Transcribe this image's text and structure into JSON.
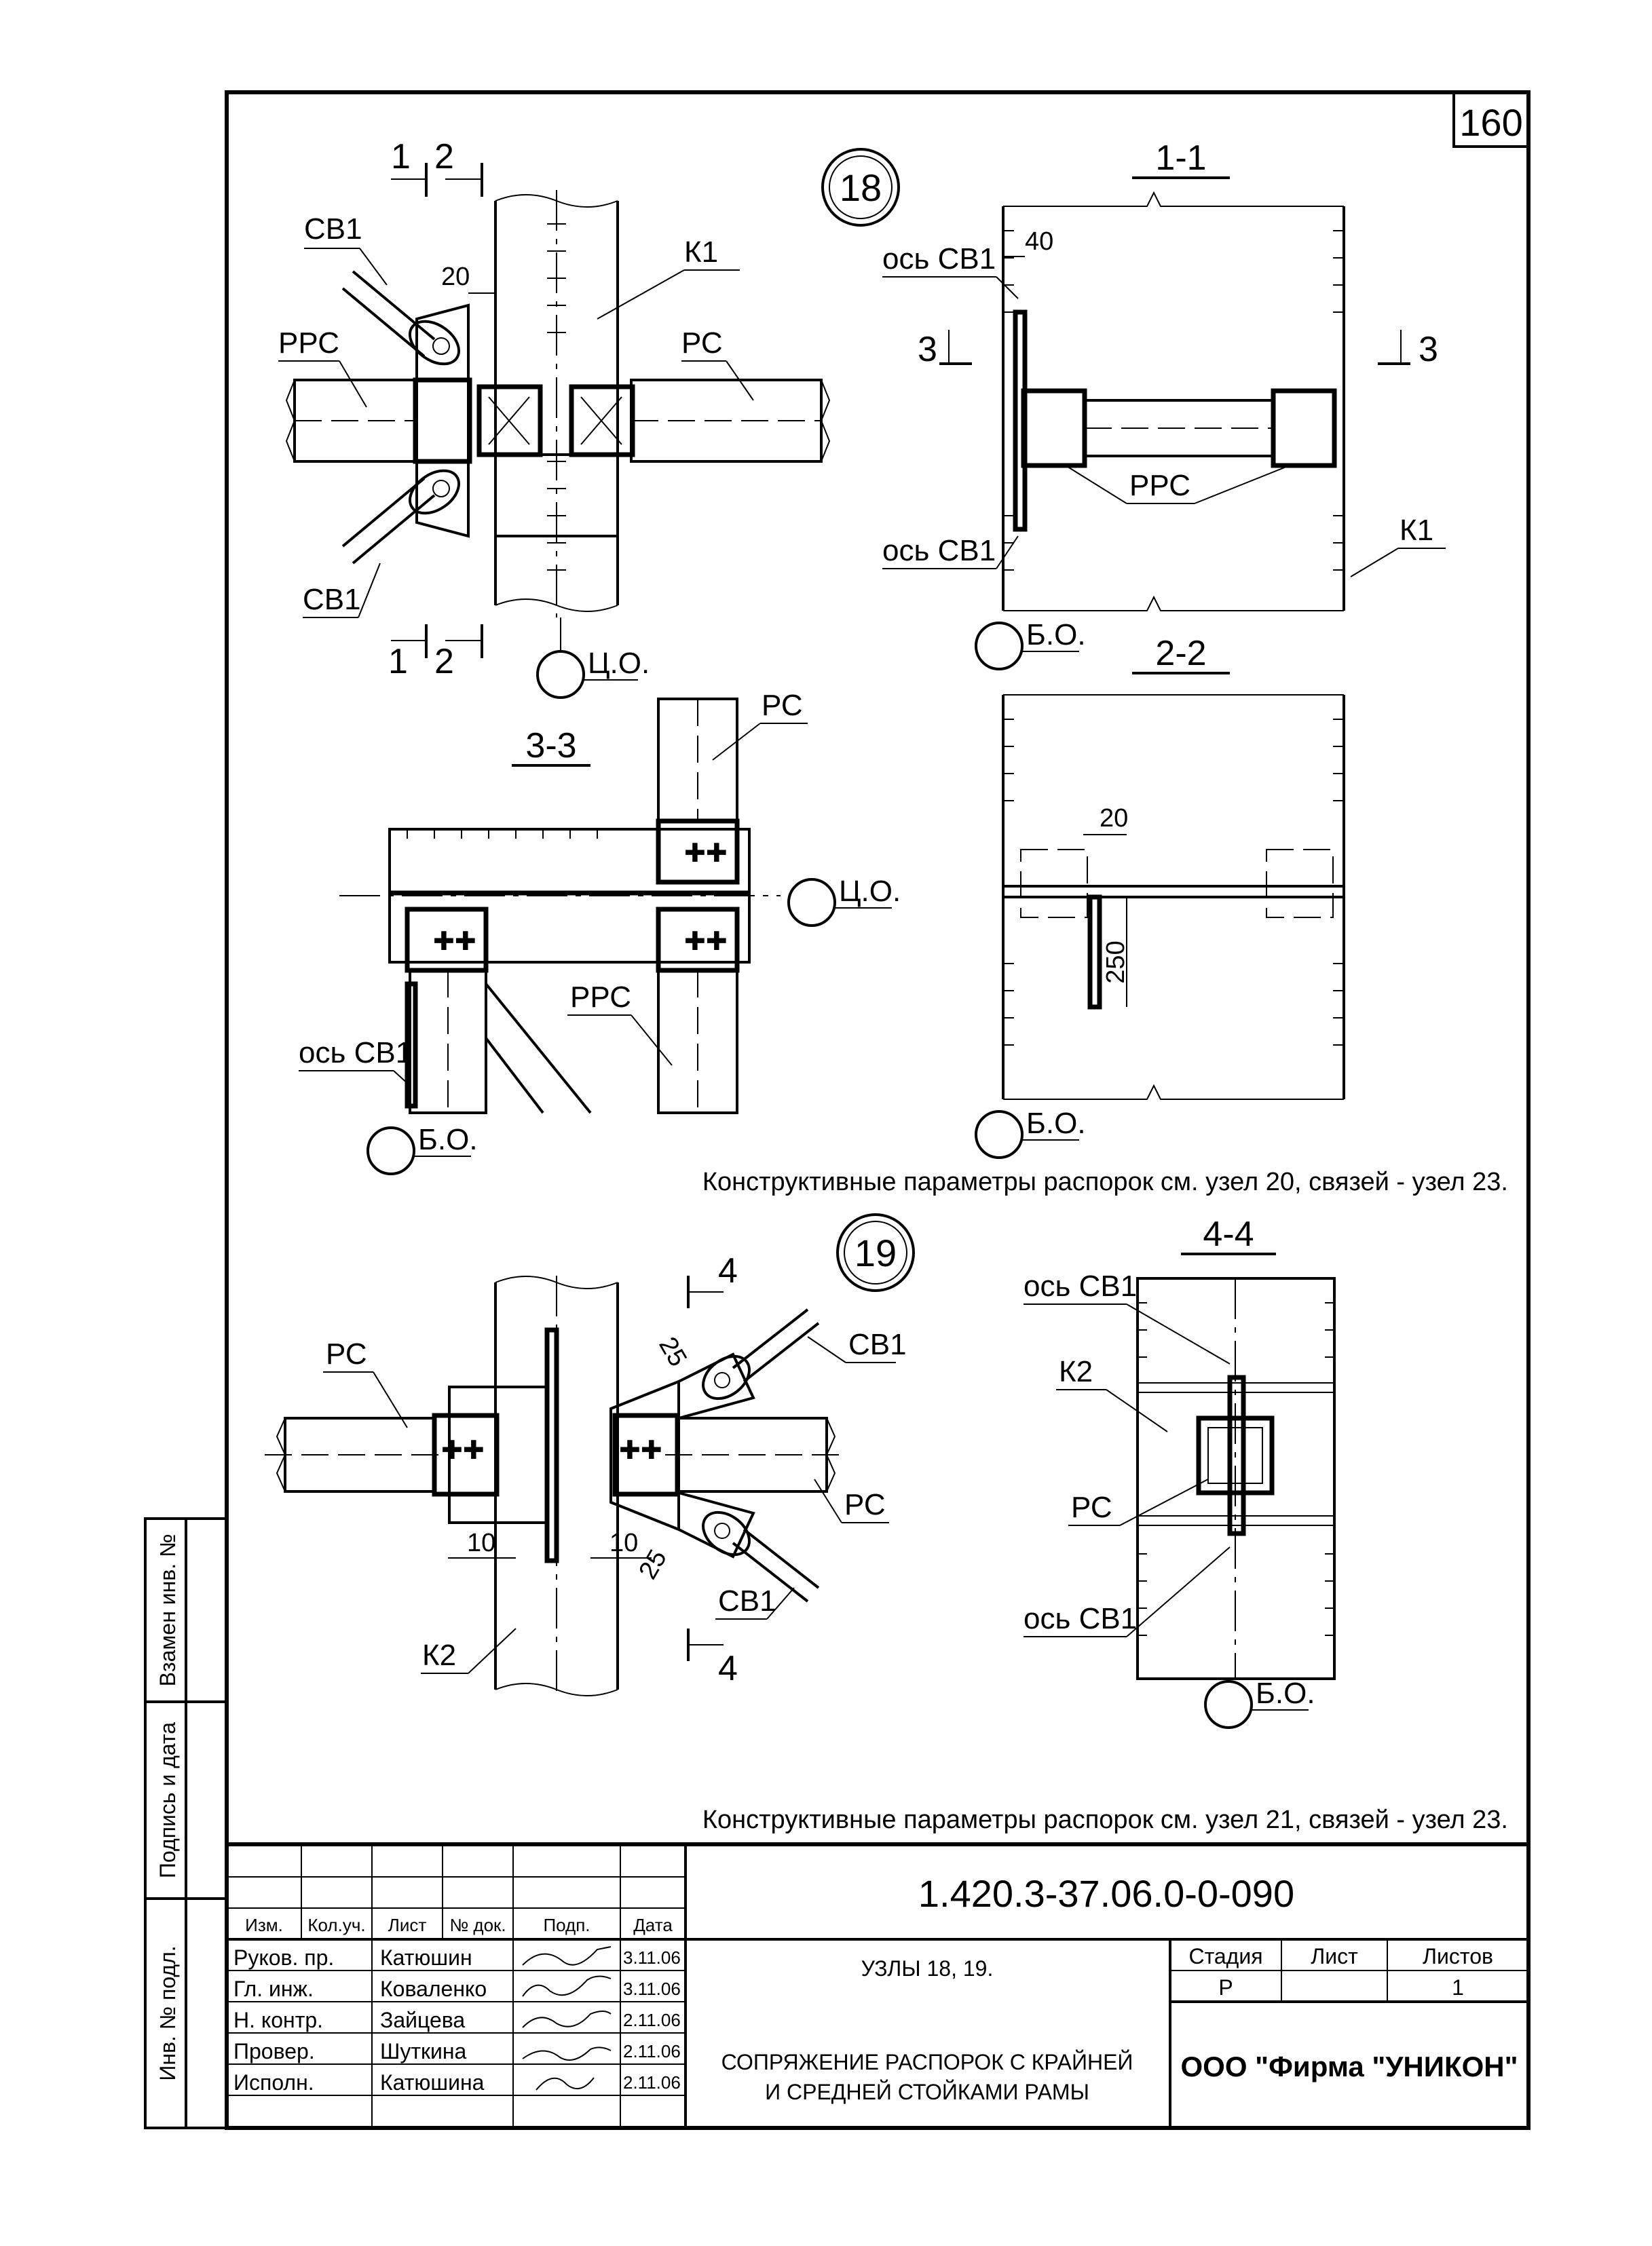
{
  "sheet": {
    "sheet_number": "160",
    "document_code": "1.420.3-37.06.0-0-090",
    "title_line1": "УЗЛЫ 18, 19.",
    "title_line2": "СОПРЯЖЕНИЕ РАСПОРОК С КРАЙНЕЙ",
    "title_line3": "И СРЕДНЕЙ СТОЙКАМИ РАМЫ",
    "organization": "ООО  \"Фирма \"УНИКОН\""
  },
  "side_stamp": {
    "cell1": "Взамен инв. №",
    "cell2": "Подпись и дата",
    "cell3": "Инв. № подл."
  },
  "title_block": {
    "headers": [
      "Изм.",
      "Кол.уч.",
      "Лист",
      "№ док.",
      "Подп.",
      "Дата"
    ],
    "rows": [
      {
        "role": "Руков. пр.",
        "name": "Катюшин",
        "date": "3.11.06"
      },
      {
        "role": "Гл. инж.",
        "name": "Коваленко",
        "date": "3.11.06"
      },
      {
        "role": "Н. контр.",
        "name": "Зайцева",
        "date": "2.11.06"
      },
      {
        "role": "Провер.",
        "name": "Шуткина",
        "date": "2.11.06"
      },
      {
        "role": "Исполн.",
        "name": "Катюшина",
        "date": "2.11.06"
      }
    ],
    "stage_header": "Стадия",
    "sheet_header": "Лист",
    "sheets_header": "Листов",
    "stage_value": "Р",
    "sheet_value": "",
    "sheets_value": "1"
  },
  "notes": {
    "note1": "Конструктивные параметры распорок см. узел 20, связей - узел 23.",
    "note2": "Конструктивные параметры распорок см. узел 21, связей - узел 23."
  },
  "node18": {
    "number": "18",
    "labels": {
      "sv1_top": "СВ1",
      "sv1_bottom": "СВ1",
      "rrs": "РРС",
      "rs": "РС",
      "k1": "К1",
      "dim20": "20",
      "cut1_top": "1",
      "cut2_top": "2",
      "cut1_bottom": "1",
      "cut2_bottom": "2",
      "co": "Ц.О."
    }
  },
  "section_1_1": {
    "title": "1-1",
    "labels": {
      "axis_top": "ось СВ1",
      "dim40": "40",
      "cut3_left": "3",
      "cut3_right": "3",
      "rrs": "РРС",
      "axis_bottom": "ось СВ1",
      "k1": "К1",
      "bo": "Б.О."
    }
  },
  "section_2_2": {
    "title": "2-2",
    "labels": {
      "dim20": "20",
      "dim250": "250",
      "bo": "Б.О."
    }
  },
  "section_3_3": {
    "title": "3-3",
    "labels": {
      "rs": "РС",
      "co": "Ц.О.",
      "rrs": "РРС",
      "axis": "ось СВ1",
      "bo": "Б.О."
    }
  },
  "node19": {
    "number": "19",
    "labels": {
      "rs_left": "РС",
      "rs_right": "РС",
      "sv1_top": "СВ1",
      "sv1_bottom": "СВ1",
      "k2": "К2",
      "dim25_top": "25",
      "dim25_bottom": "25",
      "dim10_left": "10",
      "dim10_right": "10",
      "cut4_top": "4",
      "cut4_bottom": "4"
    }
  },
  "section_4_4": {
    "title": "4-4",
    "labels": {
      "axis_top": "ось СВ1",
      "k2": "К2",
      "rs": "РС",
      "axis_bottom": "ось СВ1",
      "bo": "Б.О."
    }
  }
}
